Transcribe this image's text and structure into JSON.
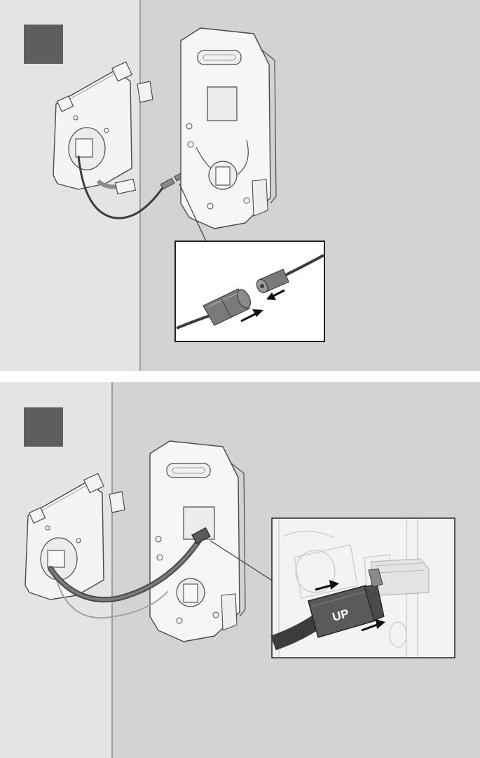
{
  "steps": [
    {
      "number": "",
      "description": "",
      "callout": {
        "type": "cable-connector-zoom"
      }
    },
    {
      "number": "",
      "description": "",
      "callout": {
        "type": "ribbon-connector-zoom",
        "connector_label": "UP"
      }
    }
  ],
  "colors": {
    "wall": "#e4e4e6",
    "door": "#d3d3d5",
    "step_badge": "#5e5e5e",
    "outline": "#4a4a4a",
    "cable": "#3c3c3c",
    "connector": "#565656"
  },
  "icons": [
    "arrow-icon",
    "arrow-icon",
    "arrow-icon",
    "arrow-icon"
  ]
}
